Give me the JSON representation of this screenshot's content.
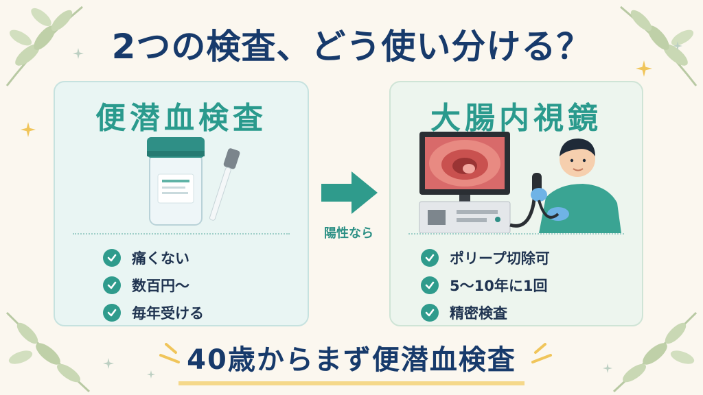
{
  "title": "2つの検査、どう使い分ける？",
  "left_panel": {
    "title": "便潜血検査",
    "items": [
      "痛くない",
      "数百円〜",
      "毎年受ける"
    ]
  },
  "arrow_label": "陽性なら",
  "right_panel": {
    "title": "大腸内視鏡",
    "items": [
      "ポリープ切除可",
      "5〜10年に1回",
      "精密検査"
    ]
  },
  "bottom_message": "40歳からまず便潜血検査",
  "icons": [
    "check-icon",
    "arrow-right-icon",
    "sparkle-icon",
    "leaf-icon"
  ],
  "colors": {
    "title": "#173a6b",
    "accent_teal": "#2a9a8d",
    "check": "#2f9b8c",
    "highlight": "#f5d88a",
    "background": "#fbf7ef"
  }
}
